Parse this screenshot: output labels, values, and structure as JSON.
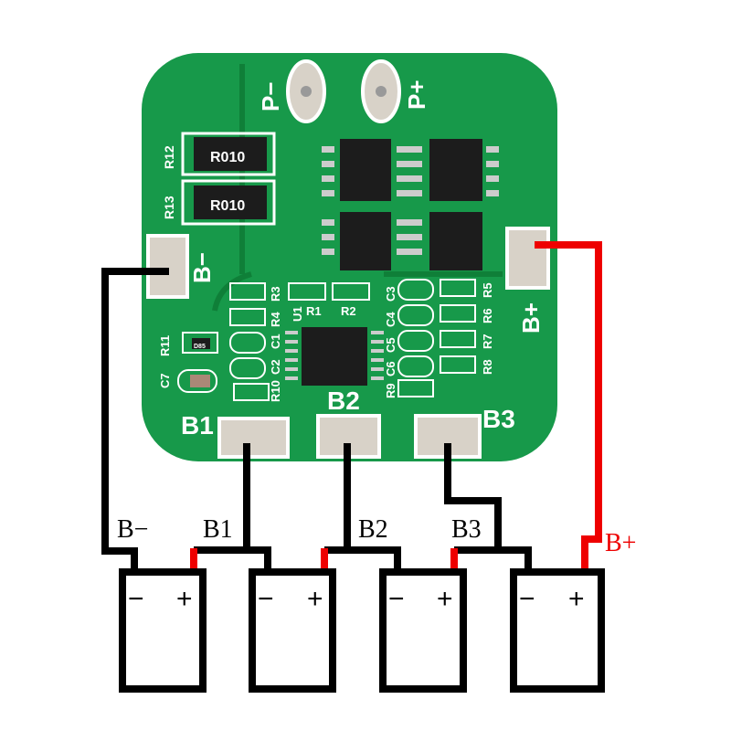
{
  "board": {
    "p_minus": "P−",
    "p_plus": "P+",
    "b_minus": "B−",
    "b_plus": "B+",
    "b1": "B1",
    "b2": "B2",
    "b3": "B3",
    "r12": "R12",
    "r13": "R13",
    "r010_a": "R010",
    "r010_b": "R010",
    "r11": "R11",
    "c7": "C7",
    "d85": "D85",
    "r3": "R3",
    "r4": "R4",
    "c1": "C1",
    "c2": "C2",
    "r10": "R10",
    "u1": "U1",
    "r1": "R1",
    "r2": "R2",
    "c3": "C3",
    "c4": "C4",
    "c5": "C5",
    "c6": "C6",
    "r9": "R9",
    "r5": "R5",
    "r6": "R6",
    "r7": "R7",
    "r8": "R8"
  },
  "wiring": {
    "b_minus": "B−",
    "b1": "B1",
    "b2": "B2",
    "b3": "B3",
    "b_plus": "B+"
  },
  "cells": [
    {
      "minus": "−",
      "plus": "+"
    },
    {
      "minus": "−",
      "plus": "+"
    },
    {
      "minus": "−",
      "plus": "+"
    },
    {
      "minus": "−",
      "plus": "+"
    }
  ],
  "colors": {
    "board": "#17994a",
    "positive_wire": "#e00000",
    "wire": "#000000"
  }
}
